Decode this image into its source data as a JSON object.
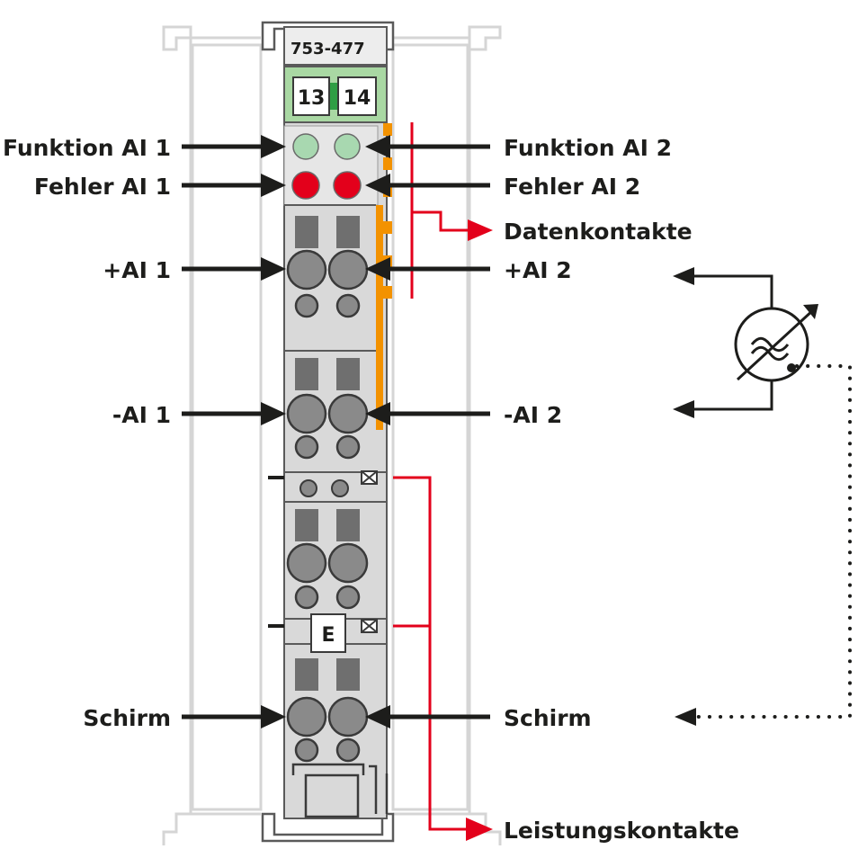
{
  "module": {
    "part_number": "753-477",
    "terminal_numbers": [
      "13",
      "14"
    ],
    "marker": "E"
  },
  "labels": {
    "function_ai1": "Funktion AI 1",
    "function_ai2": "Funktion AI 2",
    "error_ai1": "Fehler AI 1",
    "error_ai2": "Fehler AI 2",
    "data_contacts": "Datenkontakte",
    "plus_ai1": "+AI 1",
    "plus_ai2": "+AI 2",
    "minus_ai1": "-AI 1",
    "minus_ai2": "-AI 2",
    "shield_left": "Schirm",
    "shield_right": "Schirm",
    "power_contacts": "Leistungskontakte"
  },
  "colors": {
    "housing": "#d9d9d9",
    "housing_outline": "#5a5a5a",
    "led_function": "#a8d8b0",
    "led_error": "#e3001b",
    "marker_strip": "#a9d8a3",
    "data_contacts": "#f39200",
    "arrow_black": "#1d1d1b",
    "arrow_red": "#e3001b",
    "rail_ghost": "#d0d0d0"
  }
}
